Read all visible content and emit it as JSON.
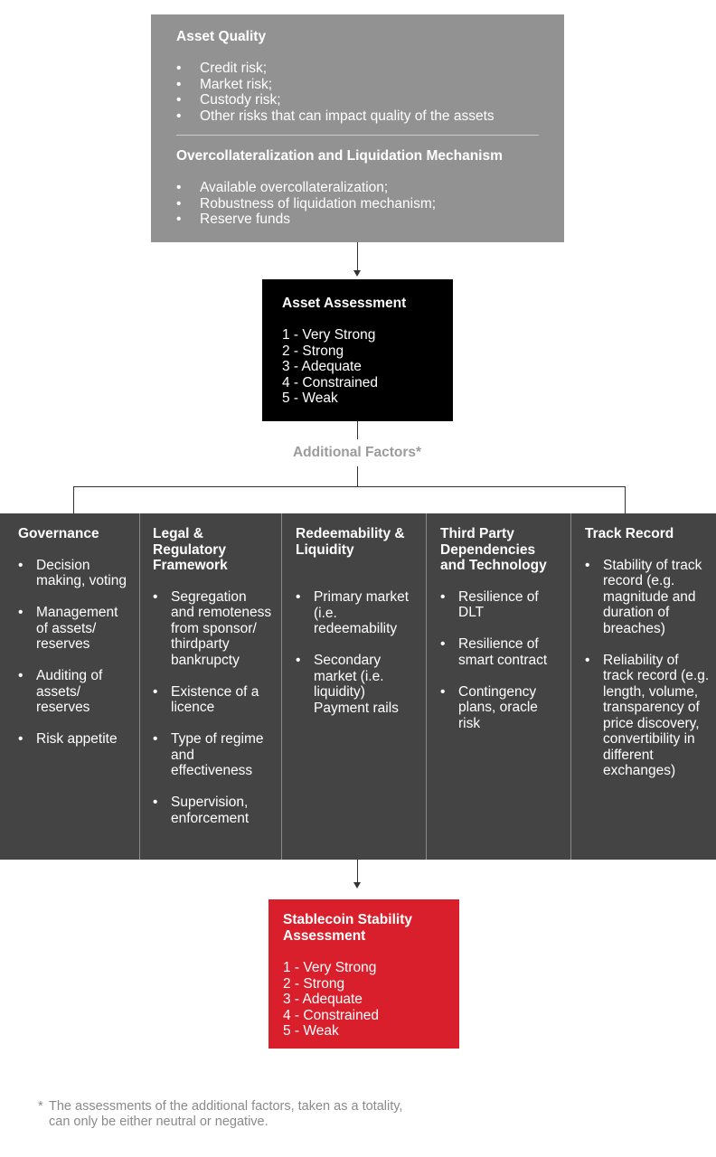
{
  "top_box": {
    "section1_title": "Asset Quality",
    "section1_items": [
      "Credit risk;",
      "Market risk;",
      "Custody risk;",
      "Other risks that can impact quality of the assets"
    ],
    "section2_title": "Overcollateralization and Liquidation Mechanism",
    "section2_items": [
      "Available overcollateralization;",
      "Robustness of liquidation mechanism;",
      "Reserve funds"
    ]
  },
  "asset_assessment": {
    "title": "Asset Assessment",
    "scale": [
      "1 - Very Strong",
      "2 - Strong",
      "3 - Adequate",
      "4 - Constrained",
      "5 - Weak"
    ]
  },
  "additional_factors_label": "Additional Factors*",
  "factors": [
    {
      "title": "Governance",
      "items": [
        "Decision making, voting",
        "Management of assets/ reserves",
        "Auditing of assets/ reserves",
        "Risk appetite"
      ]
    },
    {
      "title": "Legal & Regulatory Framework",
      "items": [
        "Segregation and remoteness from sponsor/ thirdparty bankrupcty",
        "Existence of a licence",
        "Type of regime and effectiveness",
        "Supervision, enforcement"
      ]
    },
    {
      "title": "Redeemability & Liquidity",
      "items": [
        "Primary market (i.e. redeemability",
        "Secondary market (i.e. liquidity) Payment rails"
      ]
    },
    {
      "title": "Third Party Dependencies and Technology",
      "items": [
        "Resilience of DLT",
        "Resilience of smart contract",
        "Contingency plans, oracle risk"
      ]
    },
    {
      "title": "Track Record",
      "items": [
        "Stability of track record (e.g. magnitude and duration of breaches)",
        "Reliability of track record (e.g. length, volume, transparency of price discovery, convertibility in different exchanges)"
      ]
    }
  ],
  "stability_assessment": {
    "title": "Stablecoin Stability Assessment",
    "scale": [
      "1 - Very Strong",
      "2 - Strong",
      "3 - Adequate",
      "4 - Constrained",
      "5 - Weak"
    ]
  },
  "footnote": {
    "marker": "*",
    "text": "The assessments of the additional factors, taken as a totality, can only be either neutral or negative."
  },
  "colors": {
    "top_box": "#929292",
    "asset_box": "#000000",
    "factors": "#444444",
    "stability_box": "#d91f2b",
    "muted_text": "#9b9b9b"
  }
}
